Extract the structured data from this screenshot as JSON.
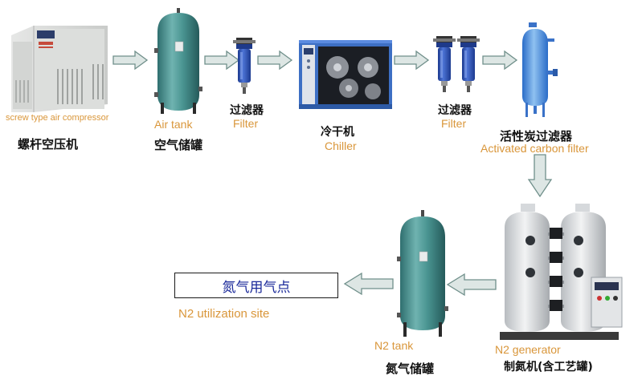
{
  "nodes": {
    "compressor": {
      "en": "screw type air compressor",
      "cn": "螺杆空压机"
    },
    "air_tank": {
      "en": "Air tank",
      "cn": "空气储罐"
    },
    "filter1": {
      "en": "Filter",
      "cn": "过滤器"
    },
    "chiller": {
      "en": "Chiller",
      "cn": "冷干机"
    },
    "filter2": {
      "en": "Filter",
      "cn": "过滤器"
    },
    "carbon_filter": {
      "en": "Activated carbon filter",
      "cn": "活性炭过滤器"
    },
    "n2_generator": {
      "en": "N2 generator",
      "cn": "制氮机(含工艺罐)"
    },
    "n2_tank": {
      "en": "N2 tank",
      "cn": "氮气储罐"
    },
    "n2_site": {
      "en": "N2 utilization site",
      "cn": "氮气用气点"
    }
  },
  "colors": {
    "label_en": "#d9963a",
    "site_text": "#1b2a9a",
    "tank_teal": "#3f8c8c",
    "filter_blue": "#2a4fb8",
    "arrow_fill": "#dde6e4",
    "arrow_stroke": "#6f8f8a"
  },
  "icons": {
    "compressor": "air-compressor-icon",
    "air_tank": "vertical-tank-icon",
    "filter": "inline-filter-icon",
    "chiller": "refrigerated-dryer-icon",
    "carbon_filter": "carbon-filter-icon",
    "n2_generator": "nitrogen-generator-icon",
    "arrow": "flow-arrow-icon"
  }
}
